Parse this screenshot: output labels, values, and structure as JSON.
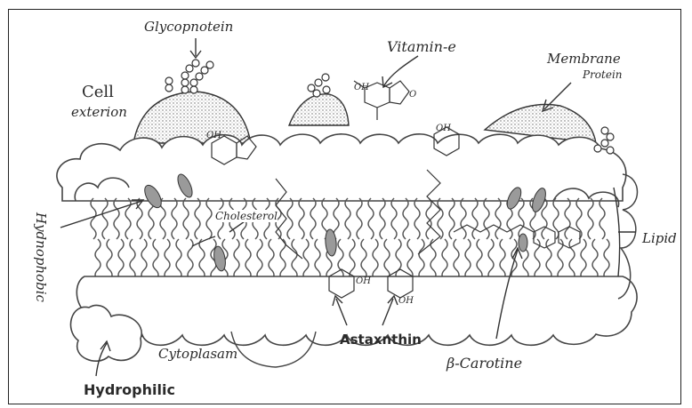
{
  "labels": {
    "glycoprotein": "Glycopnotein",
    "vitamin_e": "Vitamin-e",
    "membrane_protein_1": "Membrane",
    "membrane_protein_2": "Protein",
    "cell_exterior_1": "Cell",
    "cell_exterior_2": "exterion",
    "hydrophobic": "Hydnophobic",
    "cholesterol": "Cholesterol",
    "lipid": "Lipid",
    "cytoplasm": "Cytoplasam",
    "astaxanthin": "Astaxnthin",
    "beta_carotene": "β-Carotine",
    "hydrophilic": "Hydrophilic",
    "oh": "OH",
    "o": "O"
  },
  "colors": {
    "ink": "#2a2a2a",
    "pencil": "#555555",
    "shade": "#8a8a8a",
    "paper": "#ffffff"
  }
}
